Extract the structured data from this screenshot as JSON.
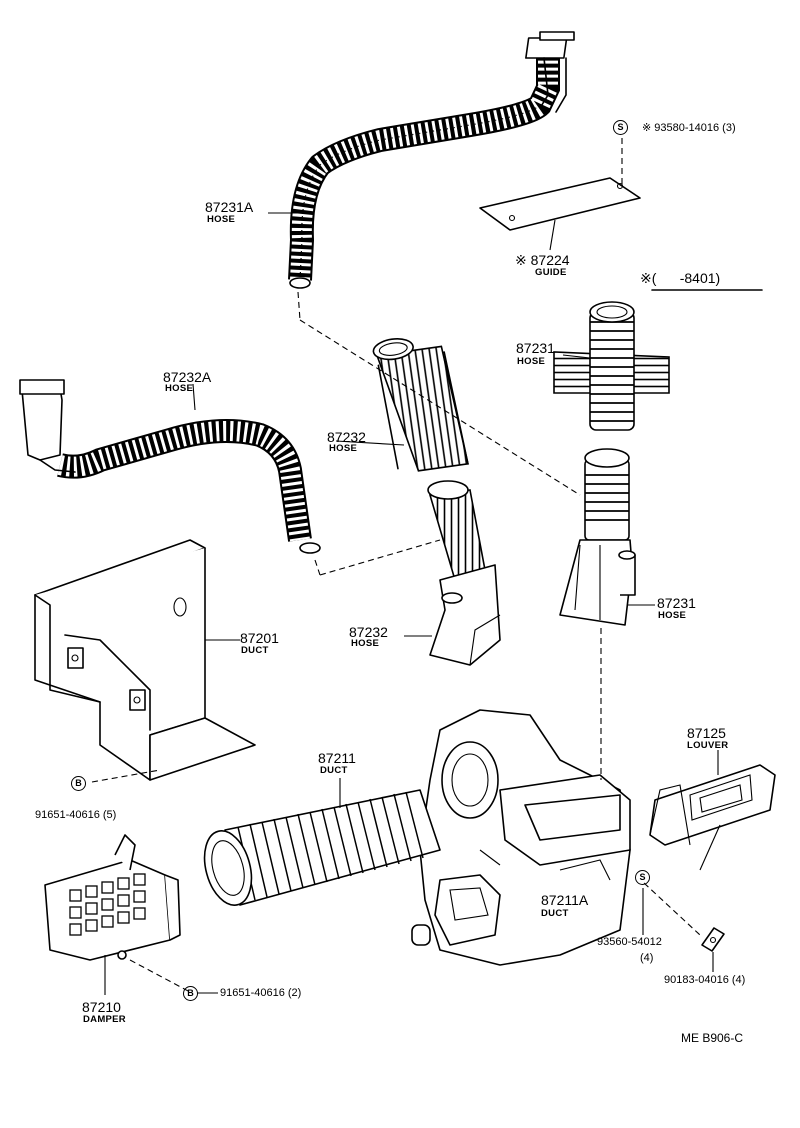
{
  "parts": {
    "p87231A": {
      "number": "87231A",
      "name": "HOSE"
    },
    "p87232A": {
      "number": "87232A",
      "name": "HOSE"
    },
    "p87232_upper": {
      "number": "87232",
      "name": "HOSE"
    },
    "p87232_lower": {
      "number": "87232",
      "name": "HOSE"
    },
    "p87231_upper": {
      "number": "87231",
      "name": "HOSE"
    },
    "p87231_lower": {
      "number": "87231",
      "name": "HOSE"
    },
    "p87224": {
      "number": "87224",
      "name": "GUIDE",
      "prefix": "※"
    },
    "p87201": {
      "number": "87201",
      "name": "DUCT"
    },
    "p87211": {
      "number": "87211",
      "name": "DUCT"
    },
    "p87211A": {
      "number": "87211A",
      "name": "DUCT"
    },
    "p87125": {
      "number": "87125",
      "name": "LOUVER"
    },
    "p87210": {
      "number": "87210",
      "name": "DAMPER"
    }
  },
  "fasteners": {
    "screw_top": {
      "mark": "S",
      "prefix": "※",
      "code": "93580-14016 (3)"
    },
    "bolt_upper": {
      "mark": "B",
      "code": "91651-40616 (5)"
    },
    "bolt_lower": {
      "mark": "B",
      "code": "91651-40616 (2)"
    },
    "screw_right": {
      "mark": "S",
      "code": "93560-54012",
      "qty": "(4)"
    },
    "clip_right": {
      "code": "90183-04016 (4)"
    }
  },
  "applicability": {
    "mark": "※",
    "range": "(      -8401)"
  },
  "footer": {
    "code": "ME  B906-C"
  }
}
